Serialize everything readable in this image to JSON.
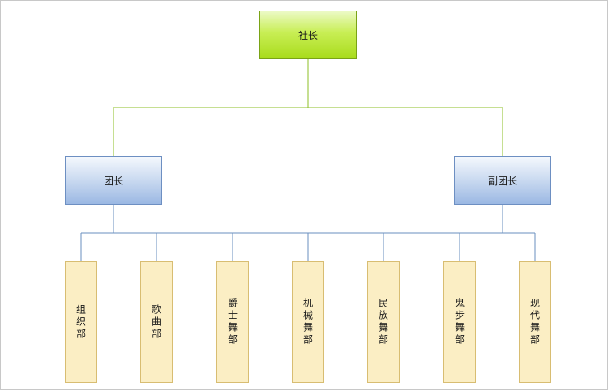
{
  "org": {
    "root": "社长",
    "leaders": [
      "团长",
      "副团长"
    ],
    "departments": [
      "组织部",
      "歌曲部",
      "爵士舞部",
      "机械舞部",
      "民族舞部",
      "鬼步舞部",
      "现代舞部"
    ]
  },
  "colors": {
    "root_border": "#7aa316",
    "leader_border": "#6d8fc2",
    "dept_fill": "#fbeec4",
    "green_line": "#8cbf26",
    "blue_line": "#6a8fbf"
  }
}
